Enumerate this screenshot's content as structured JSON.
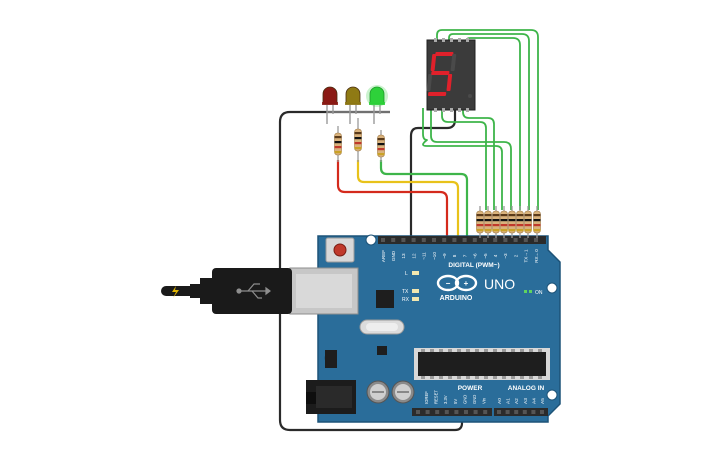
{
  "board": {
    "brand_label": "ARDUINO",
    "model_label": "UNO",
    "digital_label": "DIGITAL (PWM~)",
    "power_label": "POWER",
    "analog_label": "ANALOG IN",
    "on_label": "ON",
    "led_l_label": "L",
    "led_tx_label": "TX",
    "led_rx_label": "RX",
    "digital_pins": [
      "AREF",
      "GND",
      "13",
      "12",
      "~11",
      "~10",
      "~9",
      "8",
      "7",
      "~6",
      "~5",
      "4",
      "~3",
      "2",
      "TX→1",
      "RX←0"
    ],
    "power_pins": [
      "IOREF",
      "RESET",
      "3.3V",
      "5V",
      "GND",
      "GND",
      "Vin"
    ],
    "analog_pins": [
      "A0",
      "A1",
      "A2",
      "A3",
      "A4",
      "A5"
    ]
  },
  "display": {
    "digit": "5",
    "segment_color": "#e0212b",
    "body_color": "#3b3b3b"
  },
  "leds": [
    {
      "name": "red",
      "color": "#8b1a14",
      "lit": false
    },
    {
      "name": "yellow",
      "color": "#8f7a14",
      "lit": false
    },
    {
      "name": "green",
      "color": "#2ed13a",
      "lit": true
    }
  ],
  "wire_colors": {
    "red": "#d42a1c",
    "yellow": "#e8c21a",
    "green": "#3eb54a",
    "black": "#2a2a2a"
  },
  "colors": {
    "board": "#2a6d9a",
    "board_dark": "#1d5378",
    "header": "#2b2b2b"
  },
  "usb_icon": "usb-icon"
}
